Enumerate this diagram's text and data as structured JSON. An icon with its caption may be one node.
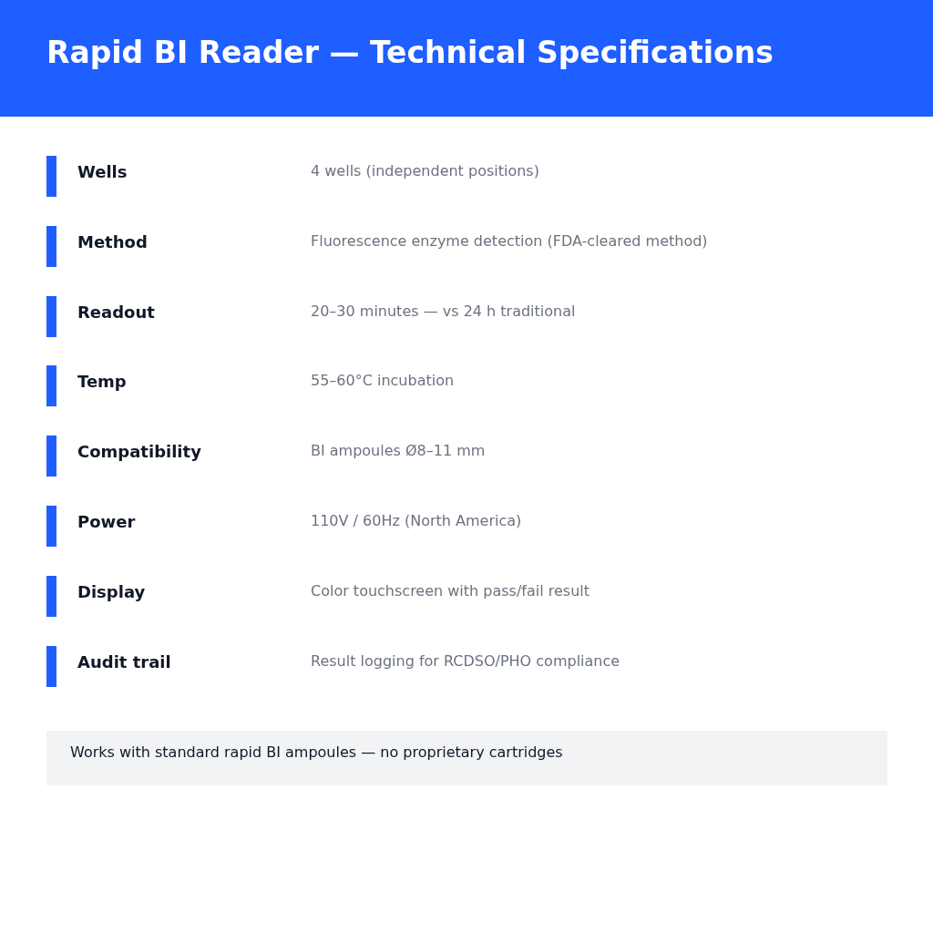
{
  "diagram": {
    "title": "Rapid BI Reader — Technical Specifications",
    "nodes": [
      {
        "text": [
          "Works with standard rapid BI ampoules — no proprietary cartridges"
        ]
      }
    ],
    "labels": [
      "Wells",
      "4 wells (independent positions)",
      "Method",
      "Fluorescence enzyme detection (FDA-cleared method)",
      "Readout",
      "20–30 minutes — vs 24 h traditional",
      "Temp",
      "55–60°C incubation",
      "Compatibility",
      "BI ampoules Ø8–11 mm",
      "Power",
      "110V / 60Hz (North America)",
      "Display",
      "Color touchscreen with pass/fail result",
      "Audit trail",
      "Result logging for RCDSO/PHO compliance"
    ]
  }
}
